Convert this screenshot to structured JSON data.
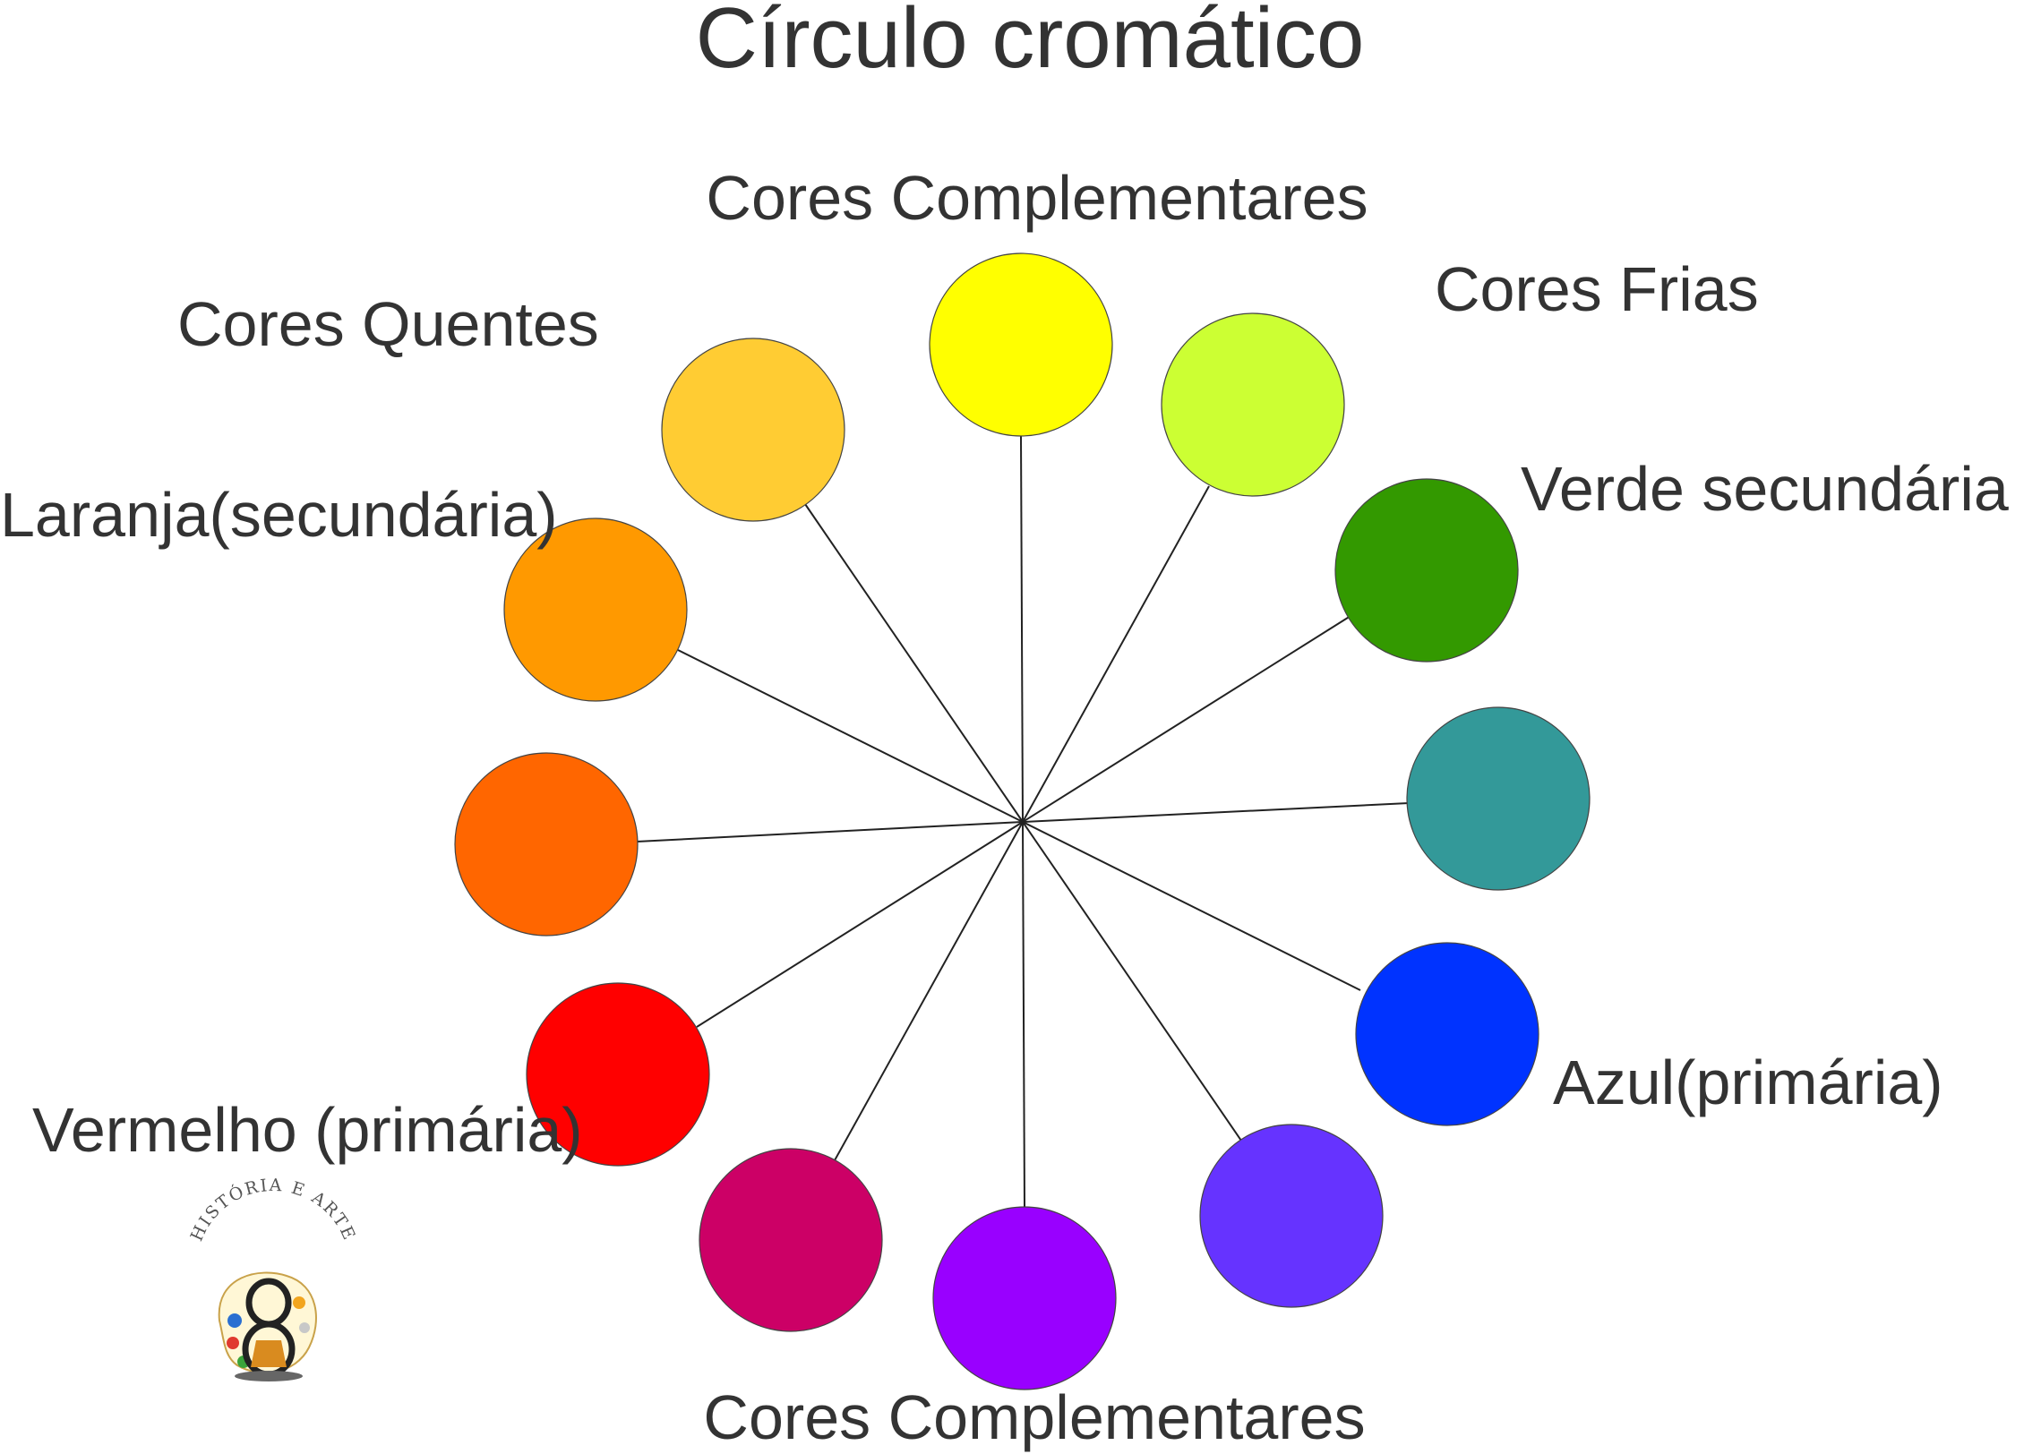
{
  "title": "Círculo cromático",
  "labels": {
    "top_complementary": "Cores Complementares",
    "cool": "Cores Frias",
    "warm": "Cores Quentes",
    "orange_secondary": "Laranja(secundária)",
    "green_secondary": "Verde secundária",
    "blue_primary": "Azul(primária)",
    "red_primary": "Vermelho (primária)",
    "bottom_complementary": "Cores Complementares"
  },
  "colors": [
    {
      "name": "yellow",
      "hex": "#FFFF00"
    },
    {
      "name": "yellow-green",
      "hex": "#CCFF33"
    },
    {
      "name": "green",
      "hex": "#339900"
    },
    {
      "name": "teal",
      "hex": "#339999"
    },
    {
      "name": "blue",
      "hex": "#0033FF"
    },
    {
      "name": "blue-violet",
      "hex": "#6633FF"
    },
    {
      "name": "violet",
      "hex": "#9900FF"
    },
    {
      "name": "magenta",
      "hex": "#CC0066"
    },
    {
      "name": "red",
      "hex": "#FF0000"
    },
    {
      "name": "red-orange",
      "hex": "#FF6600"
    },
    {
      "name": "orange",
      "hex": "#FF9900"
    },
    {
      "name": "yellow-orange",
      "hex": "#FFCC33"
    }
  ],
  "logo": {
    "text": "HISTÓRIA E ARTE"
  }
}
